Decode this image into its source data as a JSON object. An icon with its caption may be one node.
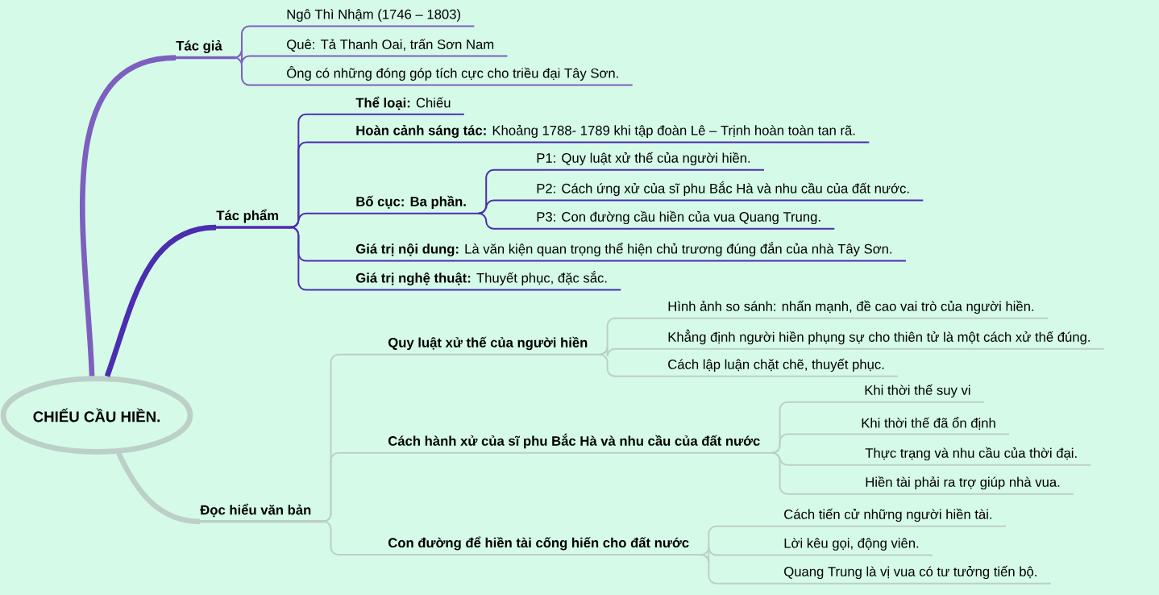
{
  "diagram": {
    "nodes": [
      {
        "text": [
          "CHIẾU CẦU HIỀN."
        ]
      },
      {
        "text": [
          "Tác giả"
        ]
      },
      {
        "text": [
          "Ngô Thì Nhậm (1746 – 1803)"
        ]
      },
      {
        "text": [
          "Quê: Tả Thanh Oai, trấn Sơn Nam"
        ]
      },
      {
        "text": [
          "Ông có những đóng góp tích cực cho triều đại Tây Sơn."
        ]
      },
      {
        "text": [
          "Tác phẩm"
        ]
      },
      {
        "text": [
          "**Thể loại:** Chiếu"
        ]
      },
      {
        "text": [
          "**Hoàn cảnh sáng tác:** Khoảng 1788- 1789 khi tập đoàn Lê – Trịnh hoàn toàn tan rã."
        ]
      },
      {
        "text": [
          "Bố cục: Ba phần."
        ]
      },
      {
        "text": [
          "P1: Quy luật xử thế của người hiền."
        ]
      },
      {
        "text": [
          "P2: Cách ứng xử của sĩ phu Bắc Hà và nhu cầu của đất nước."
        ]
      },
      {
        "text": [
          "P3: Con đường cầu hiền của vua Quang Trung."
        ]
      },
      {
        "text": [
          "**Giá trị nội dung:** Là văn kiện quan trọng thể hiện chủ trương đúng đắn của nhà Tây Sơn."
        ]
      },
      {
        "text": [
          "**Giá trị nghệ thuật:** Thuyết phục, đặc sắc."
        ]
      },
      {
        "text": [
          "Đọc hiểu văn bản"
        ]
      },
      {
        "text": [
          "Quy luật xử thế của người hiền"
        ]
      },
      {
        "text": [
          "Hình ảnh so sánh: nhấn mạnh, đề cao vai trò của người hiền."
        ]
      },
      {
        "text": [
          "Khẳng định người hiền phụng sự cho thiên tử là một cách xử thế đúng."
        ]
      },
      {
        "text": [
          "Cách lập luận chặt chẽ, thuyết phục."
        ]
      },
      {
        "text": [
          "Cách hành xử của sĩ phu Bắc Hà và nhu cầu của đất nước"
        ]
      },
      {
        "text": [
          "Khi thời thế suy vi"
        ]
      },
      {
        "text": [
          "Khi thời thế đã ổn định"
        ]
      },
      {
        "text": [
          "Thực trạng và nhu cầu của thời đại."
        ]
      },
      {
        "text": [
          "Hiền tài phải ra trợ giúp nhà vua."
        ]
      },
      {
        "text": [
          "Con đường để hiền tài cống hiến cho đất nước"
        ]
      },
      {
        "text": [
          "Cách tiến cử những người hiền tài."
        ]
      },
      {
        "text": [
          "Lời kêu gọi, động viên."
        ]
      },
      {
        "text": [
          "Quang Trung là vị vua có tư tưởng tiến bộ."
        ]
      }
    ],
    "edges": [
      {
        "from": 0,
        "to": 1,
        "arrow": "none",
        "style": "thick",
        "color": "#7e5fbf"
      },
      {
        "from": 1,
        "to": 2,
        "arrow": "none",
        "color": "#7e5fbf"
      },
      {
        "from": 1,
        "to": 3,
        "arrow": "none",
        "color": "#7e5fbf"
      },
      {
        "from": 1,
        "to": 4,
        "arrow": "none",
        "color": "#7e5fbf"
      },
      {
        "from": 0,
        "to": 5,
        "arrow": "none",
        "style": "thick",
        "color": "#4b2db0"
      },
      {
        "from": 5,
        "to": 6,
        "arrow": "none",
        "color": "#4b2db0"
      },
      {
        "from": 5,
        "to": 7,
        "arrow": "none",
        "color": "#4b2db0"
      },
      {
        "from": 5,
        "to": 8,
        "arrow": "none",
        "color": "#4b2db0"
      },
      {
        "from": 8,
        "to": 9,
        "arrow": "none",
        "color": "#4b2db0"
      },
      {
        "from": 8,
        "to": 10,
        "arrow": "none",
        "color": "#4b2db0"
      },
      {
        "from": 8,
        "to": 11,
        "arrow": "none",
        "color": "#4b2db0"
      },
      {
        "from": 5,
        "to": 12,
        "arrow": "none",
        "color": "#4b2db0"
      },
      {
        "from": 5,
        "to": 13,
        "arrow": "none",
        "color": "#4b2db0"
      },
      {
        "from": 0,
        "to": 14,
        "arrow": "none",
        "style": "thick"
      },
      {
        "from": 14,
        "to": 15,
        "arrow": "none"
      },
      {
        "from": 15,
        "to": 16,
        "arrow": "none"
      },
      {
        "from": 15,
        "to": 17,
        "arrow": "none"
      },
      {
        "from": 15,
        "to": 18,
        "arrow": "none"
      },
      {
        "from": 14,
        "to": 19,
        "arrow": "none"
      },
      {
        "from": 19,
        "to": 20,
        "arrow": "none"
      },
      {
        "from": 19,
        "to": 21,
        "arrow": "none"
      },
      {
        "from": 19,
        "to": 22,
        "arrow": "none"
      },
      {
        "from": 19,
        "to": 23,
        "arrow": "none"
      },
      {
        "from": 14,
        "to": 24,
        "arrow": "none"
      },
      {
        "from": 24,
        "to": 25,
        "arrow": "none"
      },
      {
        "from": 24,
        "to": 26,
        "arrow": "none"
      },
      {
        "from": 24,
        "to": 27,
        "arrow": "none"
      }
    ]
  }
}
